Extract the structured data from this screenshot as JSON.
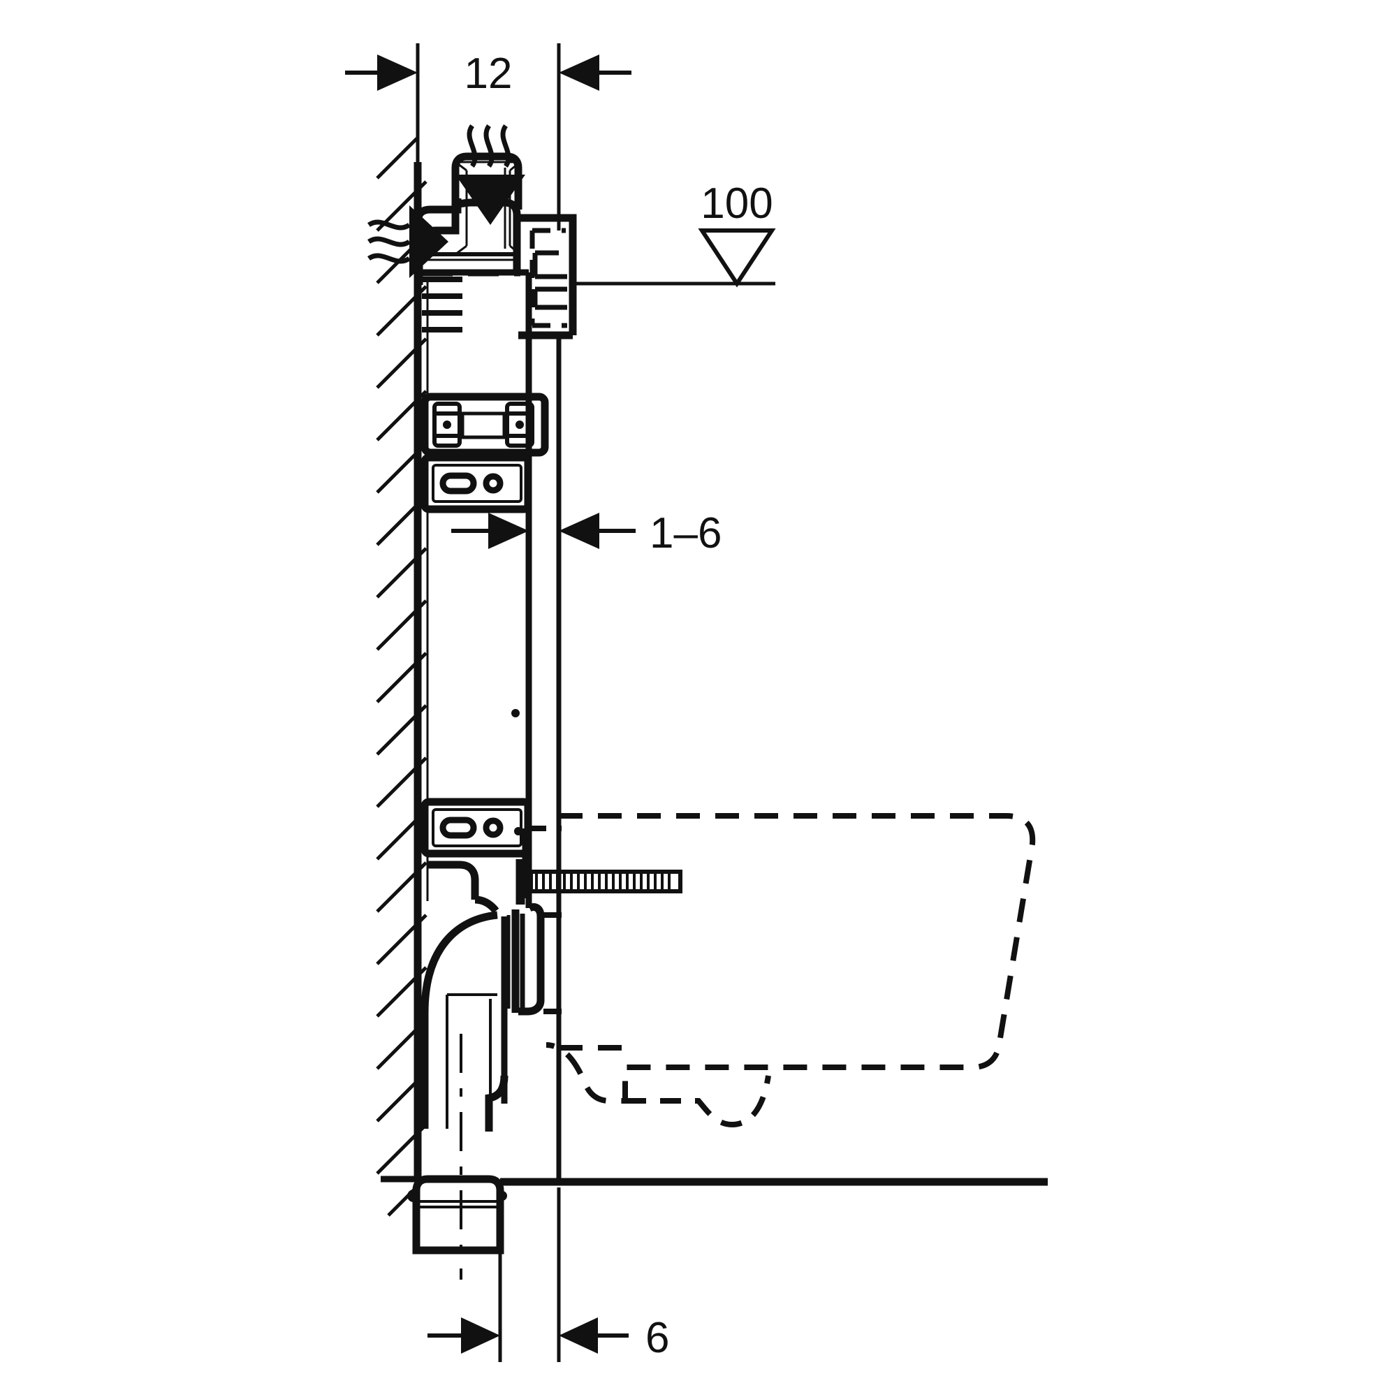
{
  "drawing": {
    "title": "Sanitary installation frame cross-section",
    "subject": "wall-hung-wc-frame-with-odour-extraction",
    "view": "side-section",
    "background_color": "#ffffff",
    "line_color": "#111111"
  },
  "dimensions": {
    "top": {
      "label": "12",
      "name": "wall-offset-dimension",
      "orientation": "horizontal",
      "position": "top"
    },
    "middle": {
      "label": "1–6",
      "name": "cladding-thickness-dimension",
      "orientation": "horizontal",
      "position": "middle-right"
    },
    "bottom": {
      "label": "6",
      "name": "floor-offset-dimension",
      "orientation": "horizontal",
      "position": "bottom"
    }
  },
  "levels": {
    "odour_extraction": {
      "label": "100",
      "name": "odour-extraction-level-marker",
      "marker": "inverted-triangle"
    }
  },
  "annotations": {
    "airflow_in": {
      "name": "airflow-intake-arrow",
      "description": "wavy air intake lines with solid right arrow"
    },
    "airflow_down": {
      "name": "airflow-exhaust-arrow",
      "description": "wavy vapour lines with solid down arrow"
    }
  },
  "components": [
    {
      "name": "hatched-wall",
      "label": "Structural wall (hatched)"
    },
    {
      "name": "installation-frame",
      "label": "Installation frame profile"
    },
    {
      "name": "odour-extraction-unit",
      "label": "Odour extraction unit"
    },
    {
      "name": "concealed-cistern",
      "label": "Concealed cistern body"
    },
    {
      "name": "upper-mounting-bracket",
      "label": "Upper wall mounting bracket"
    },
    {
      "name": "upper-fixing-plate",
      "label": "Upper fixing plate with slot"
    },
    {
      "name": "lower-fixing-plate",
      "label": "Lower fixing plate with slot"
    },
    {
      "name": "threaded-stud-bolt",
      "label": "Threaded stud bolt"
    },
    {
      "name": "flush-pipe-connector",
      "label": "Flush pipe connector"
    },
    {
      "name": "waste-elbow-bend",
      "label": "Waste elbow bend"
    },
    {
      "name": "waste-pipe-socket",
      "label": "Waste pipe socket"
    },
    {
      "name": "wc-pan-outline",
      "label": "Wall-hung WC pan (dashed outline)"
    },
    {
      "name": "finished-wall-line",
      "label": "Finished wall / cladding line"
    },
    {
      "name": "floor-line",
      "label": "Finished floor line"
    }
  ]
}
